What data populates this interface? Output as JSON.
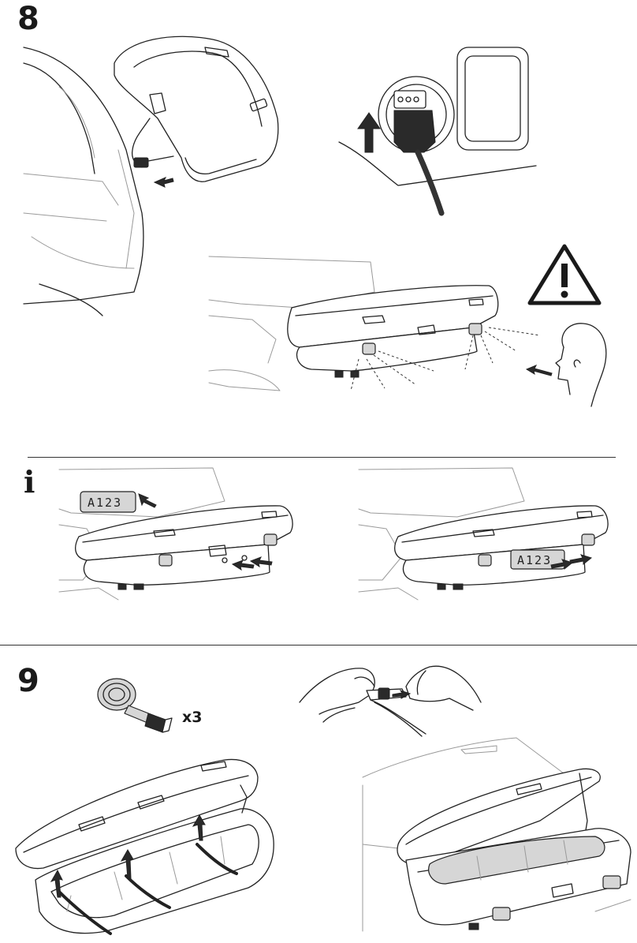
{
  "step8": {
    "number": "8"
  },
  "info": {
    "symbol": "i"
  },
  "plate": {
    "text": "A123"
  },
  "step9": {
    "number": "9",
    "quantity": "x3"
  },
  "icons": {
    "warning": "warning-triangle-icon",
    "info": "info-icon",
    "arrow": "arrow-icon"
  }
}
